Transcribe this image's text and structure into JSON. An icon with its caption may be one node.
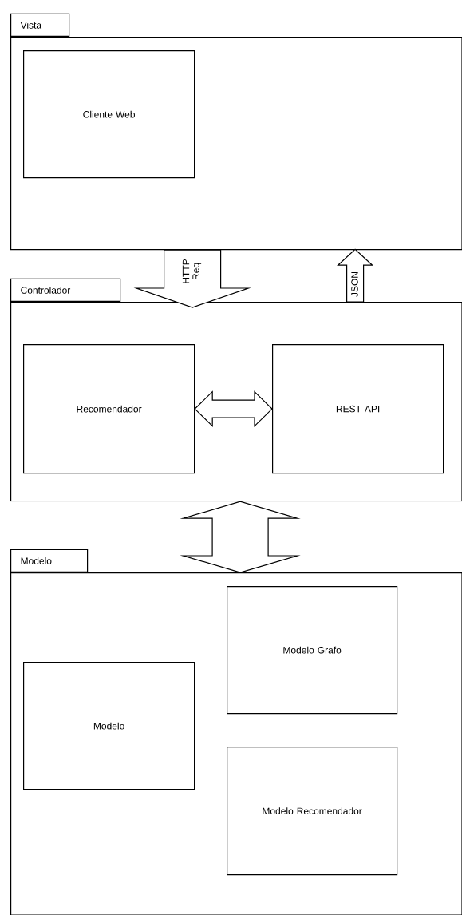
{
  "diagram": {
    "nodes": [
      {
        "text": [
          "Vista"
        ]
      },
      {
        "text": [
          "Cliente Web"
        ],
        "in": 0
      },
      {
        "text": [
          "Controlador"
        ]
      },
      {
        "text": [
          "Recomendador"
        ],
        "in": 2
      },
      {
        "text": [
          "REST API"
        ],
        "in": 2
      },
      {
        "text": [
          "Modelo"
        ]
      },
      {
        "text": [
          "Modelo Grafo"
        ],
        "in": 5
      },
      {
        "text": [
          "Modelo"
        ],
        "in": 5
      },
      {
        "text": [
          "Modelo Recomendador"
        ],
        "in": 5
      }
    ],
    "edges": [
      {
        "from": 0,
        "to": 2,
        "arrow": "to",
        "label": "HTTP Req"
      },
      {
        "from": 2,
        "to": 0,
        "arrow": "to",
        "label": "JSON"
      },
      {
        "from": 3,
        "to": 4,
        "arrow": "both"
      },
      {
        "from": 2,
        "to": 5,
        "arrow": "both"
      }
    ]
  }
}
